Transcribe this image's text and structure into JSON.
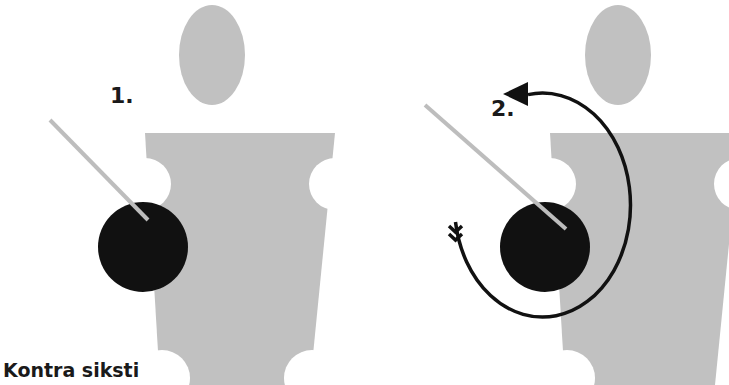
{
  "diagram": {
    "title": "Kontra siksti",
    "labels": [
      "1.",
      "2."
    ]
  }
}
